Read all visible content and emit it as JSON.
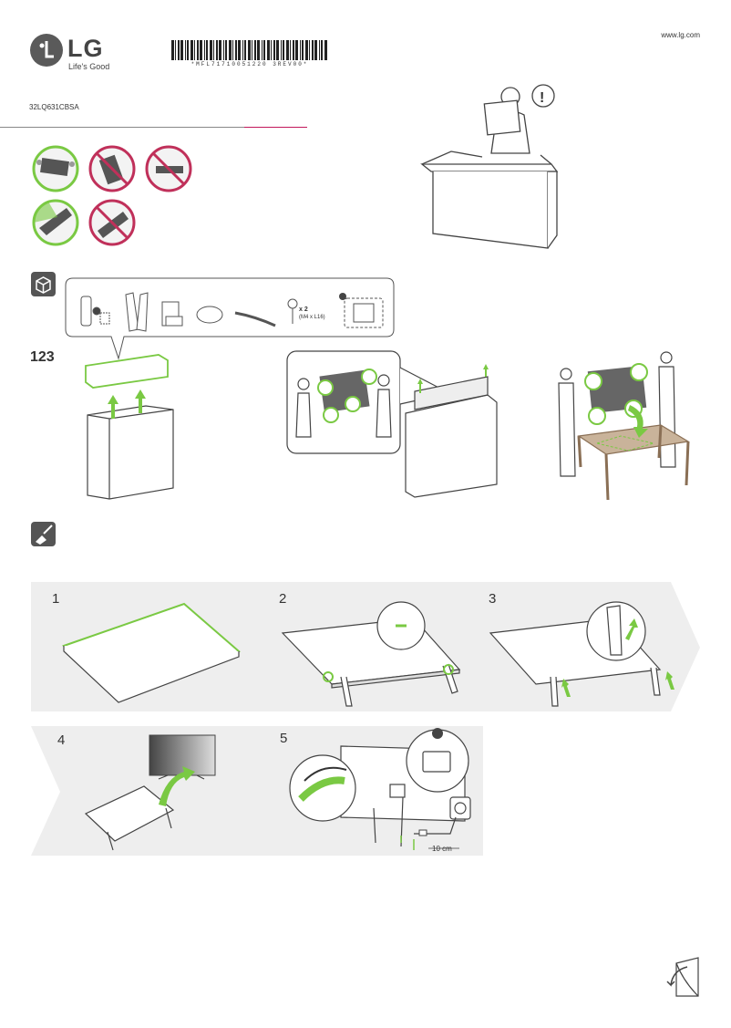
{
  "brand": {
    "logo_text": "LG",
    "tagline": "Life's Good"
  },
  "barcode_text": "*MFL71710051220 3REV00*",
  "website": "www.lg.com",
  "model": "32LQ631CBSA",
  "unpacking": {
    "step_number": "123"
  },
  "accessories": {
    "screw_count": "x 2",
    "screw_spec": "(M4 x L16)"
  },
  "assembly_steps": [
    {
      "label": "1"
    },
    {
      "label": "2"
    },
    {
      "label": "3"
    },
    {
      "label": "4"
    },
    {
      "label": "5"
    }
  ],
  "cable": {
    "distance_label": "10 cm"
  },
  "colors": {
    "accent_green": "#7ac943",
    "warning_red": "#c0305a",
    "panel_gray": "#eeeeee"
  },
  "icons": [
    "box-icon",
    "cleaning-brush-icon",
    "warning-icon",
    "page-turn-icon"
  ]
}
